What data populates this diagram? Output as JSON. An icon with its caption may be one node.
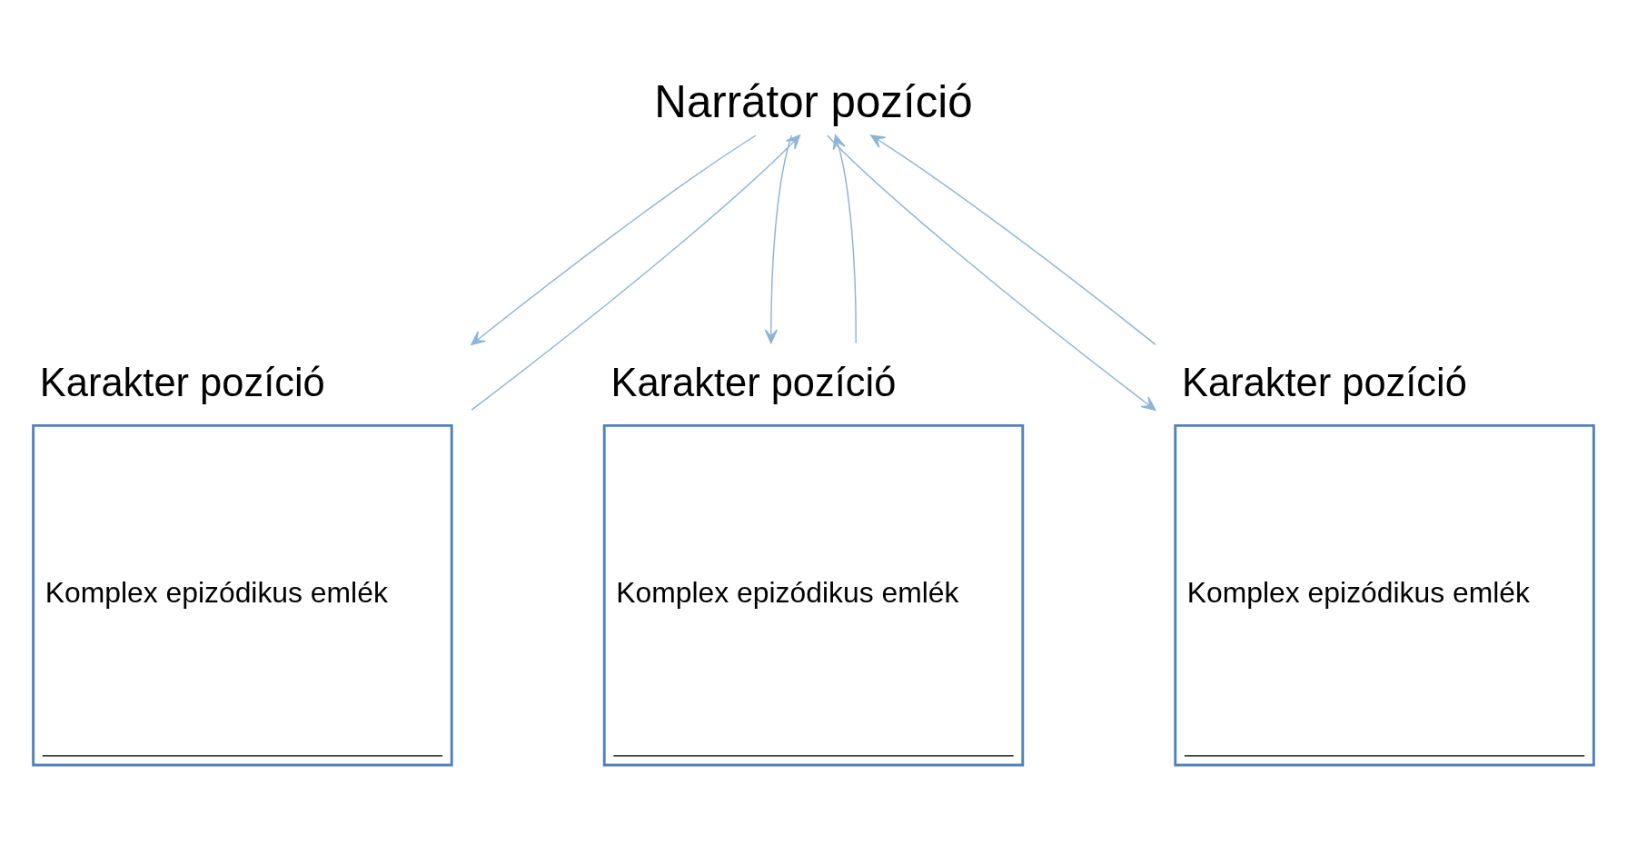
{
  "diagram": {
    "nodes": [
      {
        "text": [
          "Narrátor pozíció"
        ]
      },
      {
        "text": [
          "Karakter pozíció",
          "Komplex epizódikus emlék"
        ]
      },
      {
        "text": [
          "Karakter pozíció",
          "Komplex epizódikus emlék"
        ]
      },
      {
        "text": [
          "Karakter pozíció",
          "Komplex epizódikus emlék"
        ]
      }
    ],
    "edges": [
      {
        "from": 0,
        "to": 1,
        "arrow": "to"
      },
      {
        "from": 1,
        "to": 0,
        "arrow": "to"
      },
      {
        "from": 0,
        "to": 2,
        "arrow": "to"
      },
      {
        "from": 2,
        "to": 0,
        "arrow": "to"
      },
      {
        "from": 3,
        "to": 0,
        "arrow": "to"
      },
      {
        "from": 0,
        "to": 3,
        "arrow": "to"
      }
    ]
  }
}
